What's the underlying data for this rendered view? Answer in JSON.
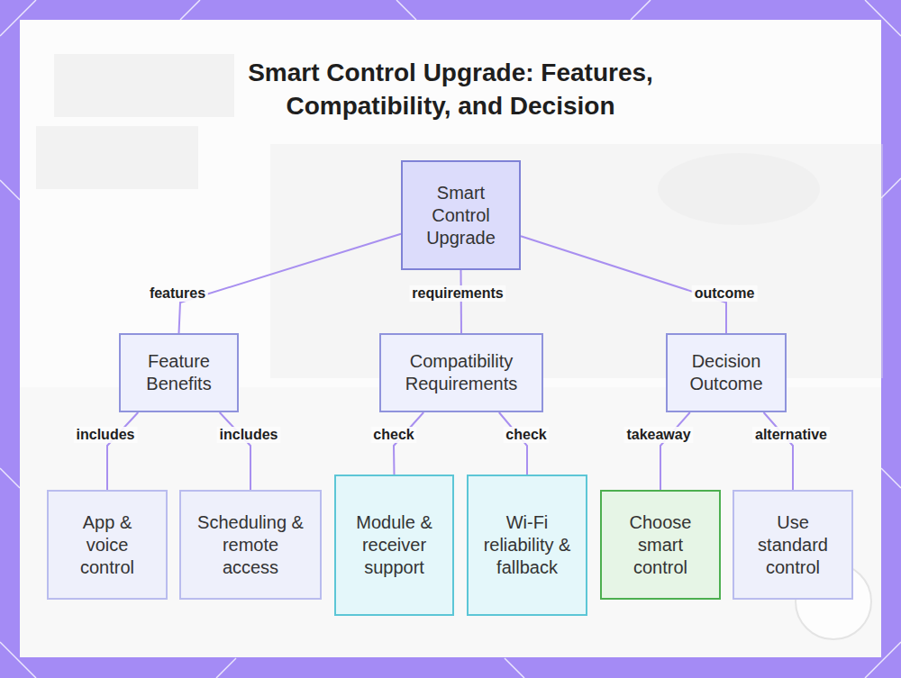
{
  "diagram": {
    "title": "Smart Control Upgrade: Features, Compatibility, and Decision",
    "nodes": [
      {
        "text": [
          "Smart Control Upgrade"
        ]
      },
      {
        "text": [
          "Feature Benefits"
        ]
      },
      {
        "text": [
          "Compatibility Requirements"
        ]
      },
      {
        "text": [
          "Decision Outcome"
        ]
      },
      {
        "text": [
          "App & voice control"
        ]
      },
      {
        "text": [
          "Scheduling & remote access"
        ]
      },
      {
        "text": [
          "Module & receiver support"
        ]
      },
      {
        "text": [
          "Wi-Fi reliability & fallback"
        ]
      },
      {
        "text": [
          "Choose smart control"
        ]
      },
      {
        "text": [
          "Use standard control"
        ]
      }
    ],
    "edges": [
      {
        "from": 0,
        "to": 1,
        "label": "features",
        "arrow": "none"
      },
      {
        "from": 0,
        "to": 2,
        "label": "requirements",
        "arrow": "none"
      },
      {
        "from": 0,
        "to": 3,
        "label": "outcome",
        "arrow": "none"
      },
      {
        "from": 1,
        "to": 4,
        "label": "includes",
        "arrow": "none"
      },
      {
        "from": 1,
        "to": 5,
        "label": "includes",
        "arrow": "none"
      },
      {
        "from": 2,
        "to": 6,
        "label": "check",
        "arrow": "none"
      },
      {
        "from": 2,
        "to": 7,
        "label": "check",
        "arrow": "none"
      },
      {
        "from": 3,
        "to": 8,
        "label": "takeaway",
        "arrow": "none"
      },
      {
        "from": 3,
        "to": 9,
        "label": "alternative",
        "arrow": "none"
      }
    ]
  }
}
